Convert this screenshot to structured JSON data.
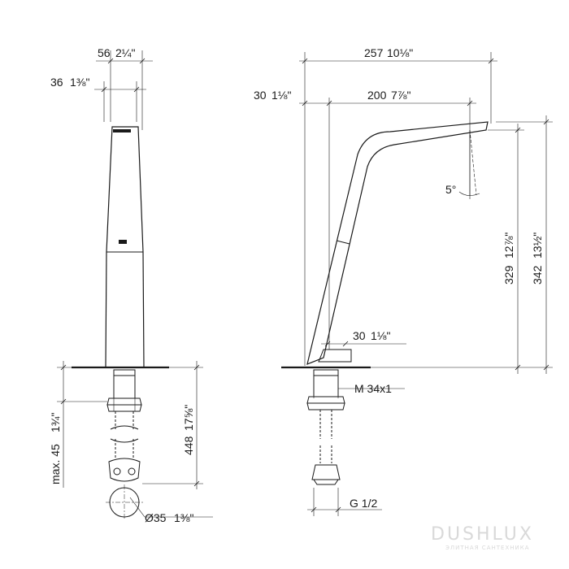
{
  "front_view": {
    "width_overall": "56",
    "width_overall_inch": "2¼\"",
    "width_body": "36",
    "width_body_inch": "1⅜\"",
    "below_deck": "448",
    "below_deck_inch": "17⅝\"",
    "deck_thickness": "max. 45",
    "deck_thickness_inch": "1¾\"",
    "hole_diameter": "Ø35",
    "hole_diameter_inch": "1⅜\""
  },
  "side_view": {
    "reach_overall": "257",
    "reach_overall_inch": "10⅛\"",
    "base_offset": "30",
    "base_offset_inch": "1⅛\"",
    "reach_spout": "200",
    "reach_spout_inch": "7⅞\"",
    "height_outlet": "329",
    "height_outlet_inch": "12⅞\"",
    "height_overall": "342",
    "height_overall_inch": "13½\"",
    "lever_clearance": "30",
    "lever_clearance_inch": "1⅛\"",
    "thread": "M 34x1",
    "connection": "G 1/2",
    "angle": "5°"
  },
  "watermark": {
    "brand": "DUSHLUX",
    "tagline": "ЭЛИТНАЯ САНТЕХНИКА"
  }
}
